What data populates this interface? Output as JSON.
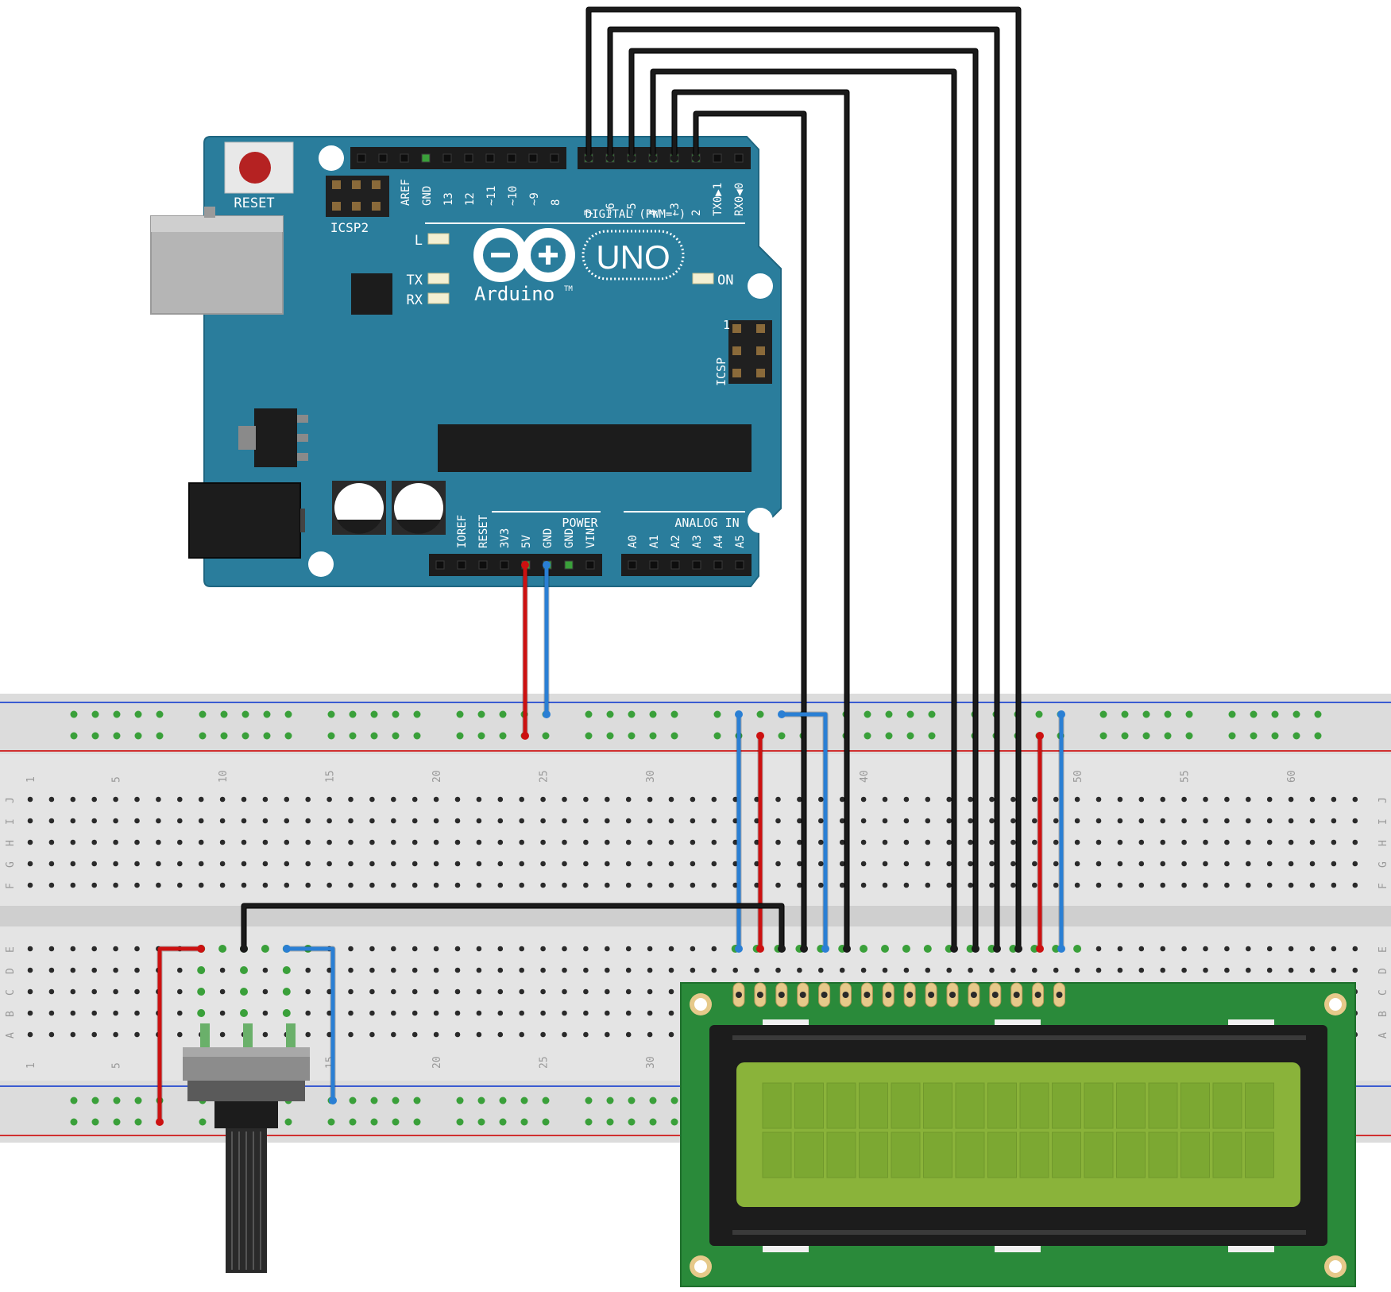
{
  "arduino": {
    "reset_label": "RESET",
    "icsp2_label": "ICSP2",
    "icsp_label": "ICSP",
    "icsp_pin1": "1",
    "brand": "Arduino",
    "tm": "TM",
    "model": "UNO",
    "digital_label": "DIGITAL (PWM=~)",
    "power_label": "POWER",
    "analog_label": "ANALOG IN",
    "led_l": "L",
    "led_tx": "TX",
    "led_rx": "RX",
    "led_on": "ON",
    "header_left_pins": [
      "AREF",
      "GND",
      "13",
      "12",
      "~11",
      "~10",
      "~9",
      "8"
    ],
    "header_right_pins": [
      "7",
      "~6",
      "~5",
      "4",
      "~3",
      "2",
      "TX0▶1",
      "RX0◀0"
    ],
    "power_pins": [
      "IOREF",
      "RESET",
      "3V3",
      "5V",
      "GND",
      "GND",
      "VIN"
    ],
    "analog_pins": [
      "A0",
      "A1",
      "A2",
      "A3",
      "A4",
      "A5"
    ]
  },
  "breadboard": {
    "column_numbers": [
      "1",
      "5",
      "10",
      "15",
      "20",
      "25",
      "30",
      "40",
      "50",
      "55",
      "60"
    ],
    "row_letters_top": [
      "J",
      "I",
      "H",
      "G",
      "F"
    ],
    "row_letters_bottom": [
      "E",
      "D",
      "C",
      "B",
      "A"
    ]
  },
  "wire_colors": {
    "signal": "#1a1a1a",
    "power": "#cc1111",
    "ground": "#2a7fd4"
  },
  "board_colors": {
    "arduino": "#2a7d9c",
    "lcd_pcb": "#2a8a3a",
    "lcd_screen": "#8ab33a"
  }
}
